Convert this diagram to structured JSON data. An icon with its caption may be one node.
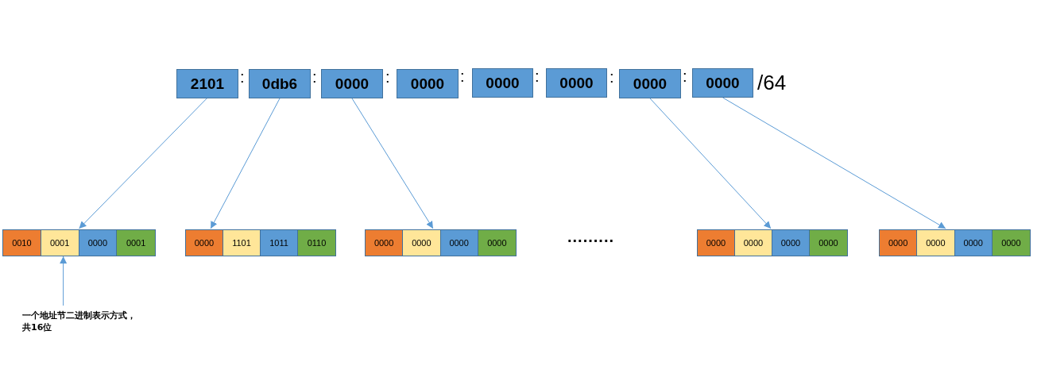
{
  "diagram": {
    "nodes": [
      {
        "text": [
          "2101"
        ]
      },
      {
        "text": [
          "0db6"
        ]
      },
      {
        "text": [
          "0000"
        ]
      },
      {
        "text": [
          "0000"
        ]
      },
      {
        "text": [
          "0000"
        ]
      },
      {
        "text": [
          "0000"
        ]
      },
      {
        "text": [
          "0000"
        ]
      },
      {
        "text": [
          "0000"
        ]
      },
      {
        "text": [],
        "shape": "bar"
      },
      {
        "text": [
          "0010"
        ],
        "in": 8
      },
      {
        "text": [
          "0001"
        ],
        "in": 8
      },
      {
        "text": [
          "0000"
        ],
        "in": 8
      },
      {
        "text": [
          "0001"
        ],
        "in": 8
      },
      {
        "text": [],
        "shape": "bar"
      },
      {
        "text": [
          "0000"
        ],
        "in": 13
      },
      {
        "text": [
          "1101"
        ],
        "in": 13
      },
      {
        "text": [
          "1011"
        ],
        "in": 13
      },
      {
        "text": [
          "0110"
        ],
        "in": 13
      },
      {
        "text": [],
        "shape": "bar"
      },
      {
        "text": [
          "0000"
        ],
        "in": 18
      },
      {
        "text": [
          "0000"
        ],
        "in": 18
      },
      {
        "text": [
          "0000"
        ],
        "in": 18
      },
      {
        "text": [
          "0000"
        ],
        "in": 18
      },
      {
        "text": [],
        "shape": "bar"
      },
      {
        "text": [
          "0000"
        ],
        "in": 23
      },
      {
        "text": [
          "0000"
        ],
        "in": 23
      },
      {
        "text": [
          "0000"
        ],
        "in": 23
      },
      {
        "text": [
          "0000"
        ],
        "in": 23
      },
      {
        "text": [],
        "shape": "bar"
      },
      {
        "text": [
          "0000"
        ],
        "in": 28
      },
      {
        "text": [
          "0000"
        ],
        "in": 28
      },
      {
        "text": [
          "0000"
        ],
        "in": 28
      },
      {
        "text": [
          "0000"
        ],
        "in": 28
      },
      {
        "text": [
          "一个地址节二进制表示方式，共16位"
        ]
      }
    ],
    "edges": [
      {
        "from": 0,
        "to": 8,
        "arrow": "to"
      },
      {
        "from": 1,
        "to": 13,
        "arrow": "to"
      },
      {
        "from": 2,
        "to": 18,
        "arrow": "to"
      },
      {
        "from": 6,
        "to": 23,
        "arrow": "to"
      },
      {
        "from": 7,
        "to": 28,
        "arrow": "to"
      },
      {
        "from": 33,
        "to": 10,
        "arrow": "to"
      }
    ],
    "labels": [
      ":",
      ":",
      ":",
      ":",
      ":",
      ":",
      ":",
      "/64",
      "........."
    ]
  }
}
